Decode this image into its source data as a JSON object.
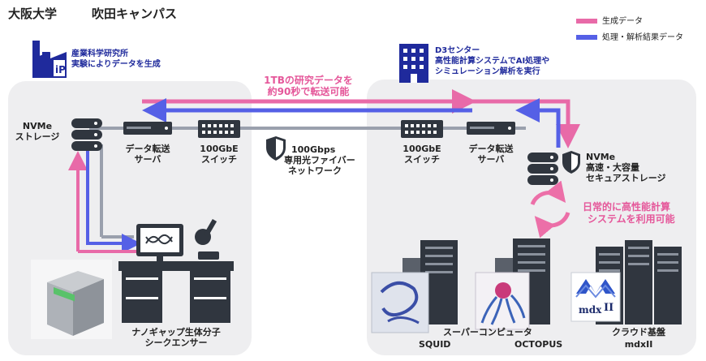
{
  "header": {
    "org": "大阪大学",
    "campus": "吹田キャンパス"
  },
  "legend": [
    {
      "label": "生成データ",
      "color": "#e86aa8"
    },
    {
      "label": "処理・解析結果データ",
      "color": "#5560e6"
    }
  ],
  "left": {
    "institute_line1": "産業科学研究所",
    "institute_line2": "実験によりデータを生成",
    "storage_line1": "NVMe",
    "storage_line2": "ストレージ",
    "transfer_line1": "データ転送",
    "transfer_line2": "サーバ",
    "switch_line1": "100GbE",
    "switch_line2": "スイッチ",
    "sequencer_line1": "ナノギャップ生体分子",
    "sequencer_line2": "シークエンサー"
  },
  "middle": {
    "transfer_note_line1": "1TBの研究データを",
    "transfer_note_line2": "約90秒で転送可能",
    "network_line1": "100Gbps",
    "network_line2": "専用光ファイバー",
    "network_line3": "ネットワーク"
  },
  "right": {
    "center_line1": "D3センター",
    "center_line2": "高性能計算システムでAI処理や",
    "center_line3": "シミュレーション解析を実行",
    "switch_line1": "100GbE",
    "switch_line2": "スイッチ",
    "transfer_line1": "データ転送",
    "transfer_line2": "サーバ",
    "storage_line1": "NVMe",
    "storage_line2": "高速・大容量",
    "storage_line3": "セキュアストレージ",
    "daily_line1": "日常的に高性能計算",
    "daily_line2": "システムを利用可能",
    "super_label": "スーパーコンピュータ",
    "squid": "SQUID",
    "octopus": "OCTOPUS",
    "cloud_label": "クラウド基盤",
    "mdx": "mdxII",
    "mdx_logo_text": "mdx",
    "mdx_logo_numeral": "II"
  }
}
